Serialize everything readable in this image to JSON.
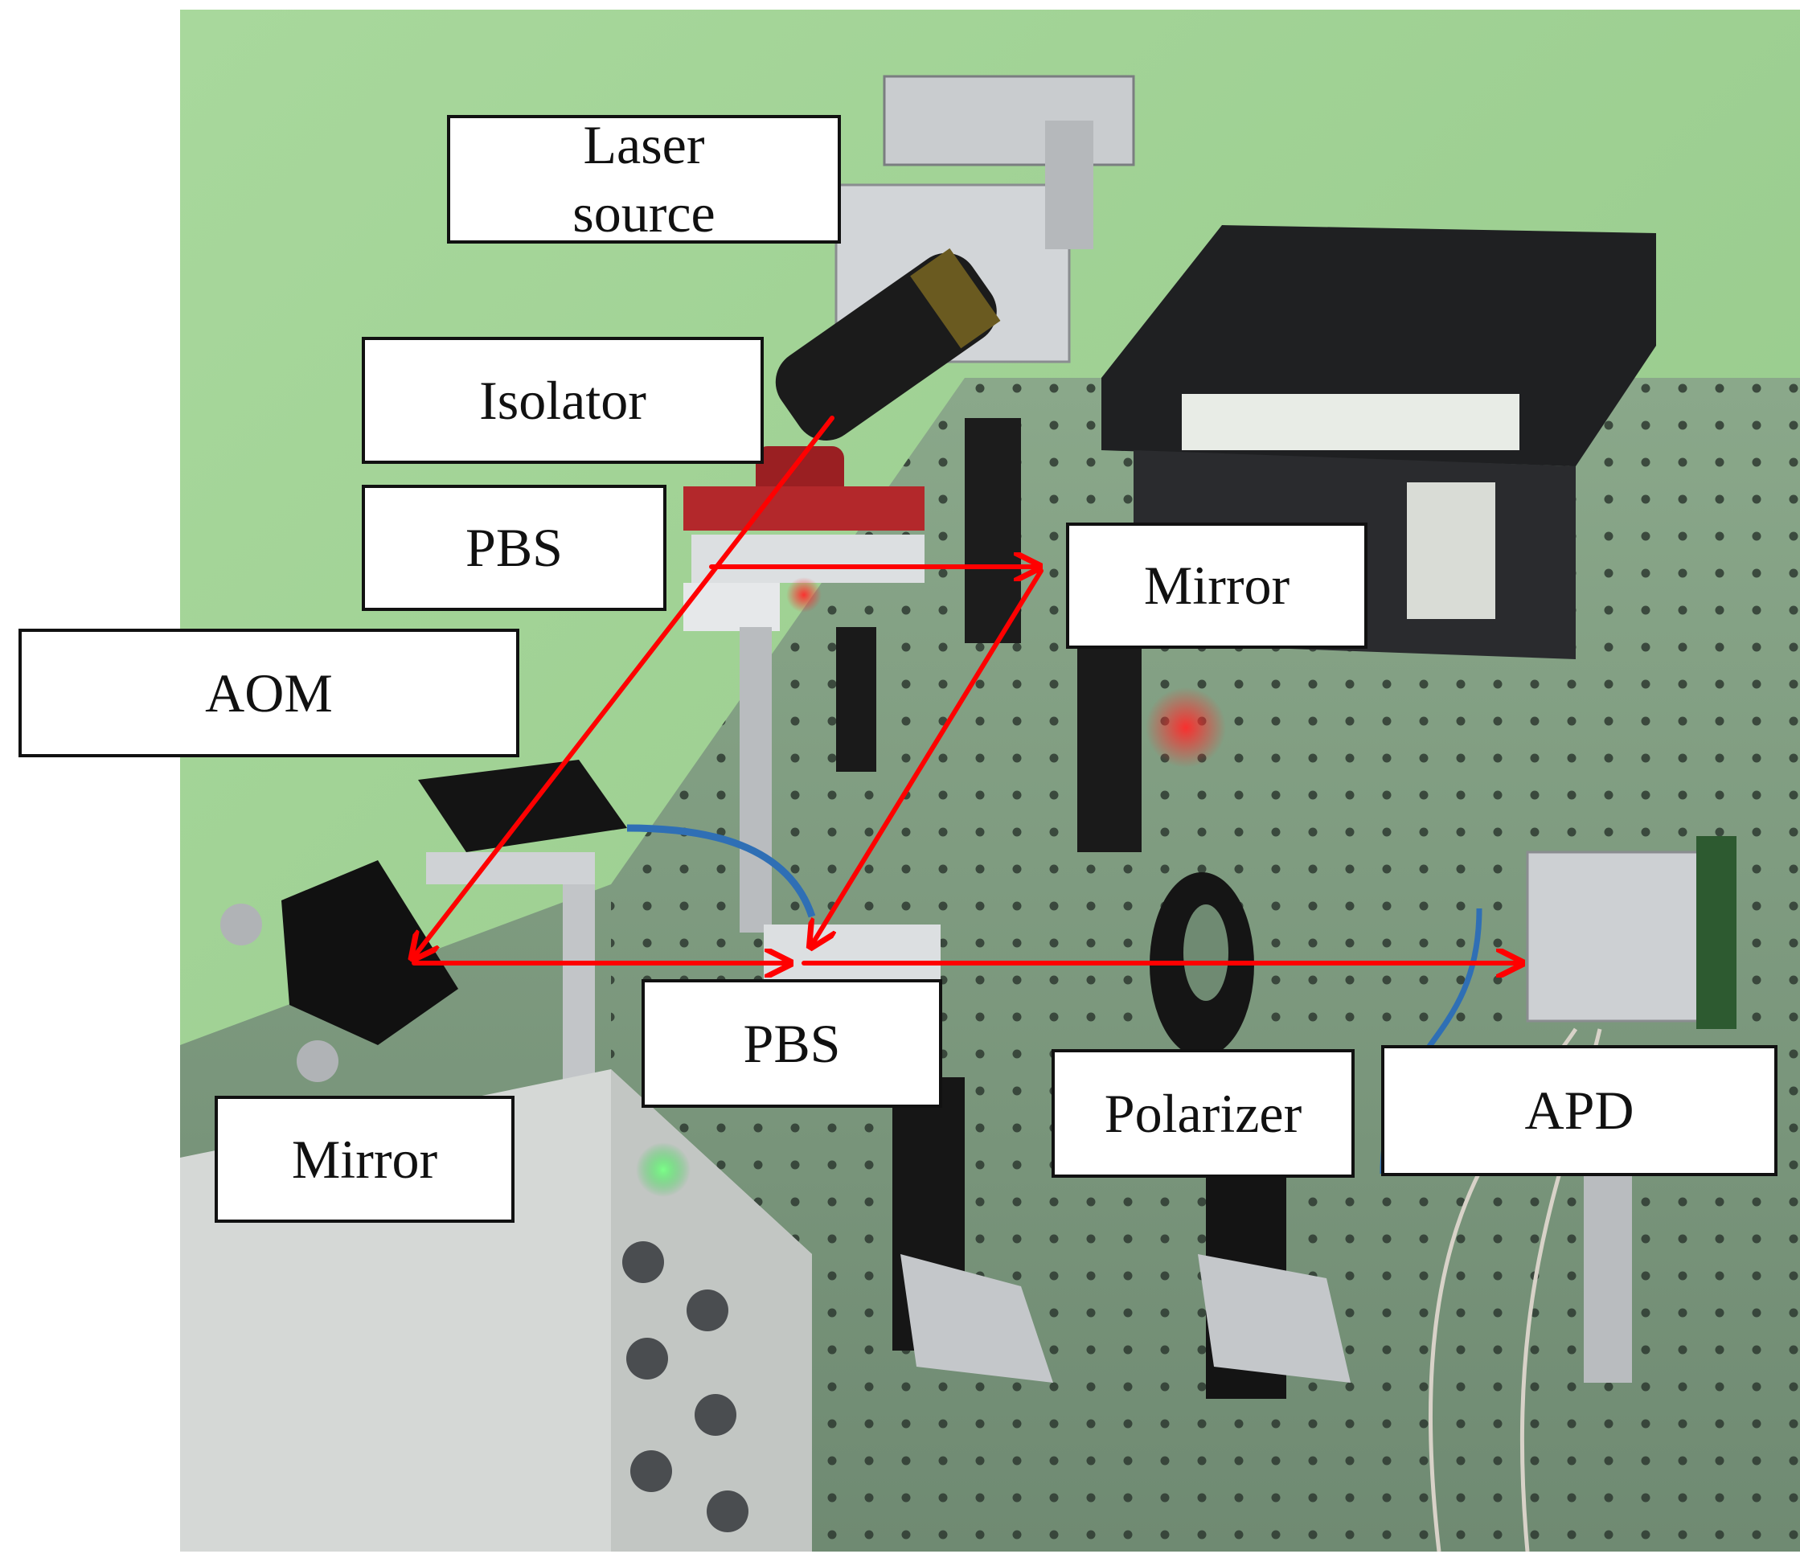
{
  "figure": {
    "beam_color": "#ff0000",
    "background_color": "#a4d49a",
    "labels": {
      "laser_source": "Laser\nsource",
      "isolator": "Isolator",
      "pbs_top": "PBS",
      "aom": "AOM",
      "mirror_top": "Mirror",
      "pbs_bottom": "PBS",
      "polarizer": "Polarizer",
      "apd": "APD",
      "mirror_bottom": "Mirror"
    }
  }
}
